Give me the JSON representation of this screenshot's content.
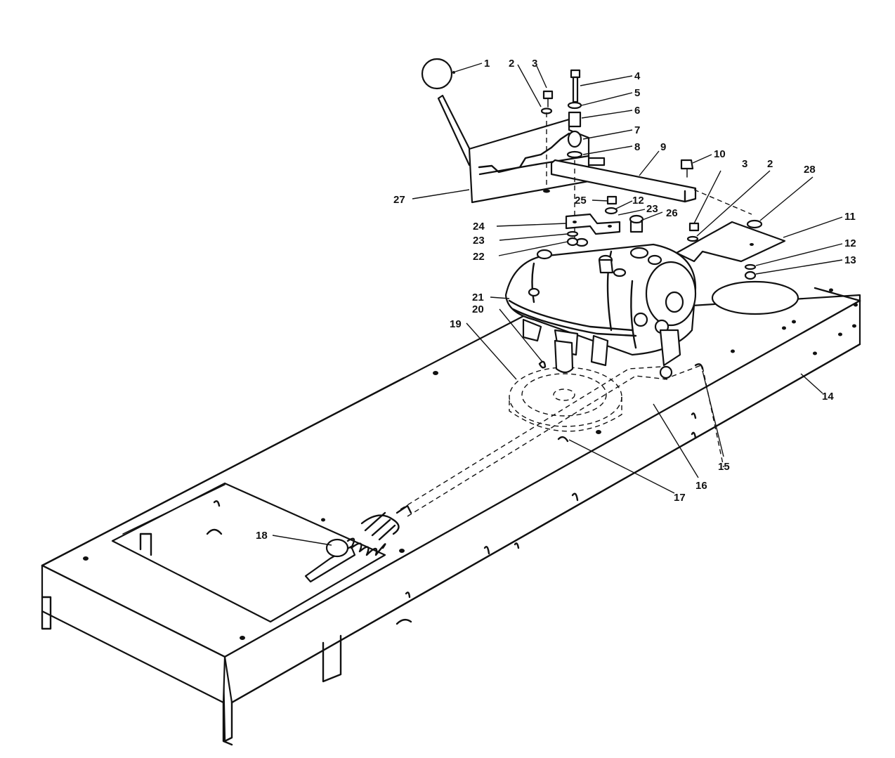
{
  "callouts": {
    "c1": "1",
    "c2a": "2",
    "c3a": "3",
    "c4": "4",
    "c5": "5",
    "c6": "6",
    "c7": "7",
    "c8": "8",
    "c9": "9",
    "c10": "10",
    "c3b": "3",
    "c2b": "2",
    "c28": "28",
    "c11": "11",
    "c12a": "12",
    "c13": "13",
    "c25": "25",
    "c12b": "12",
    "c23a": "23",
    "c26": "26",
    "c24": "24",
    "c23b": "23",
    "c22": "22",
    "c21": "21",
    "c20": "20",
    "c19": "19",
    "c14": "14",
    "c15": "15",
    "c16": "16",
    "c17": "17",
    "c18": "18",
    "c27": "27"
  }
}
